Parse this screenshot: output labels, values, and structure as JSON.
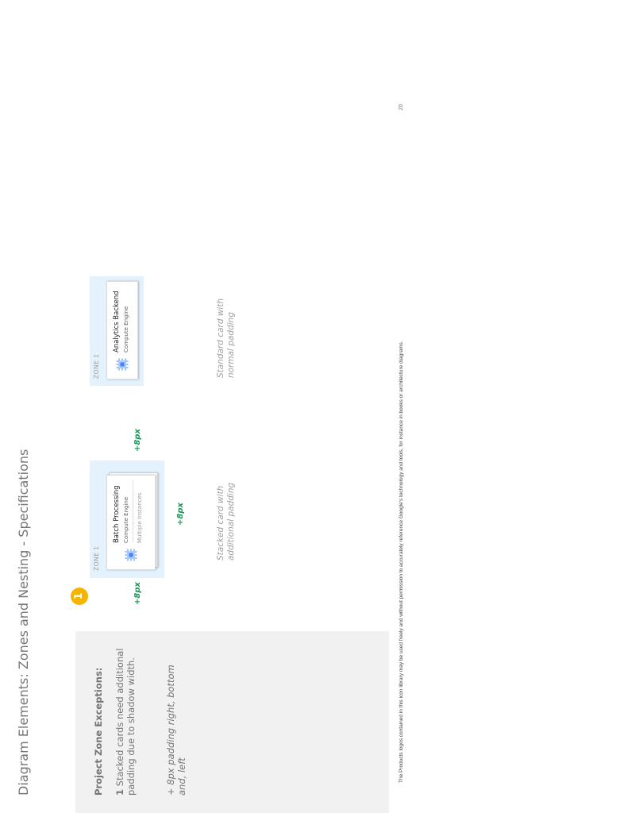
{
  "title": "Diagram Elements: Zones and Nesting - Specifications",
  "notes": {
    "heading": "Project Zone Exceptions:",
    "item_number": "1",
    "item_text": "Stacked cards need additional padding due to shadow width.",
    "padding_rule": "+ 8px padding right, bottom and, left"
  },
  "badge": "1",
  "stacked_example": {
    "zone_label": "ZONE 1",
    "card_title": "Batch Processing",
    "card_subtitle": "Compute Engine",
    "card_extra": "Multiple Instances",
    "pad_left": "+8px",
    "pad_bottom": "+8px",
    "pad_right": "+8px",
    "caption": "Stacked card with additional padding"
  },
  "standard_example": {
    "zone_label": "ZONE 1",
    "card_title": "Analytics Backend",
    "card_subtitle": "Compute Engine",
    "caption": "Standard card with normal padding"
  },
  "footer": {
    "disclaimer": "The Products logos contained in this icon library may be used freely and without permission to accurately reference Google's technology and tools, for instance in books or architecture diagrams.",
    "page_number": "20"
  },
  "icons": {
    "compute_engine": "compute-engine-chip-icon"
  },
  "colors": {
    "zone_fill": "#e3f2fd",
    "badge": "#f4b400",
    "padding_label": "#0f9d58",
    "chip_blue": "#4285f4"
  }
}
